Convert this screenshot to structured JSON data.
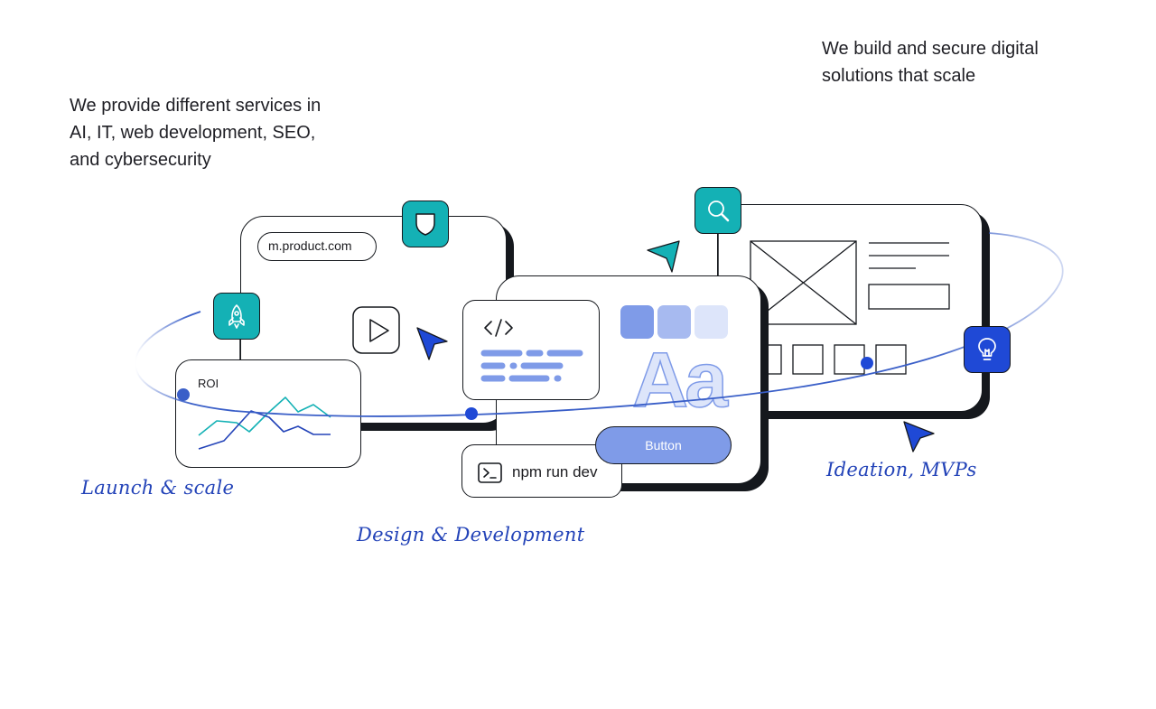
{
  "intro": {
    "left_text": "We provide different services in AI, IT, web development, SEO, and cybersecurity",
    "right_text": "We build and secure digital solutions that scale"
  },
  "labels": {
    "launch": "Launch & scale",
    "design": "Design & Development",
    "ideation": "Ideation, MVPs"
  },
  "browser": {
    "url": "m.product.com"
  },
  "roi_card": {
    "title": "ROI"
  },
  "terminal": {
    "command": "npm run dev"
  },
  "design_card": {
    "typeface_sample": "Aa",
    "button_label": "Button"
  },
  "icons": {
    "shield": "shield-icon",
    "rocket": "rocket-icon",
    "play": "play-icon",
    "code": "code-icon",
    "terminal": "terminal-icon",
    "search": "search-icon",
    "bulb": "lightbulb-icon",
    "cursor": "cursor-arrow-icon"
  },
  "colors": {
    "teal": "#14b1b5",
    "blue": "#1f49d6",
    "soft_blue": "#7f9be8",
    "ink": "#15181d",
    "orbit": "#3a5fc8"
  }
}
